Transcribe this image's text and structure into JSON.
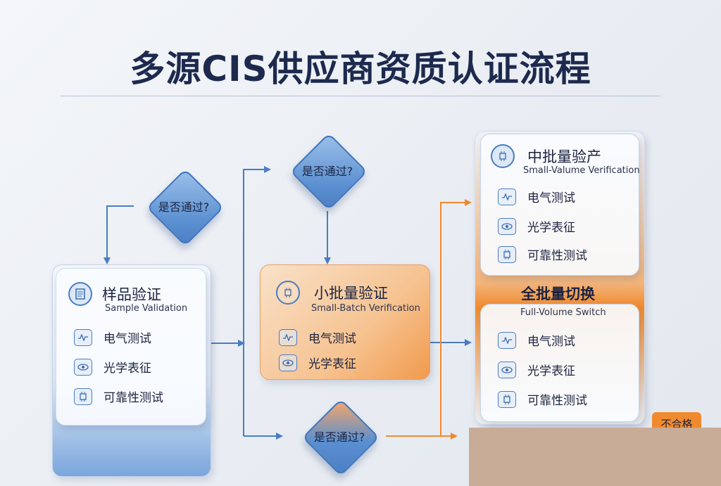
{
  "title": "多源CIS供应商资质认证流程",
  "decision_label": "是否通过?",
  "sample": {
    "title": "样品验证",
    "subtitle": "Sample Validation",
    "items": [
      "电气测试",
      "光学表征",
      "可靠性测试"
    ]
  },
  "small_batch": {
    "title": "小批量验证",
    "subtitle": "Small-Batch Verification",
    "items": [
      "电气测试",
      "光学表征"
    ]
  },
  "small_volume": {
    "title": "中批量验产",
    "subtitle": "Small-Valume Verification",
    "items": [
      "电气测试",
      "光学表征",
      "可靠性测试"
    ]
  },
  "full_volume": {
    "title": "全批量切换",
    "subtitle": "Full-Volume Switch",
    "items": [
      "电气测试",
      "光学表征",
      "可靠性测试"
    ]
  },
  "fail_label": "不合格",
  "colors": {
    "blue_accent": "#4a7dc1",
    "orange_accent": "#f08a2e",
    "title_navy": "#1d2a4e"
  }
}
